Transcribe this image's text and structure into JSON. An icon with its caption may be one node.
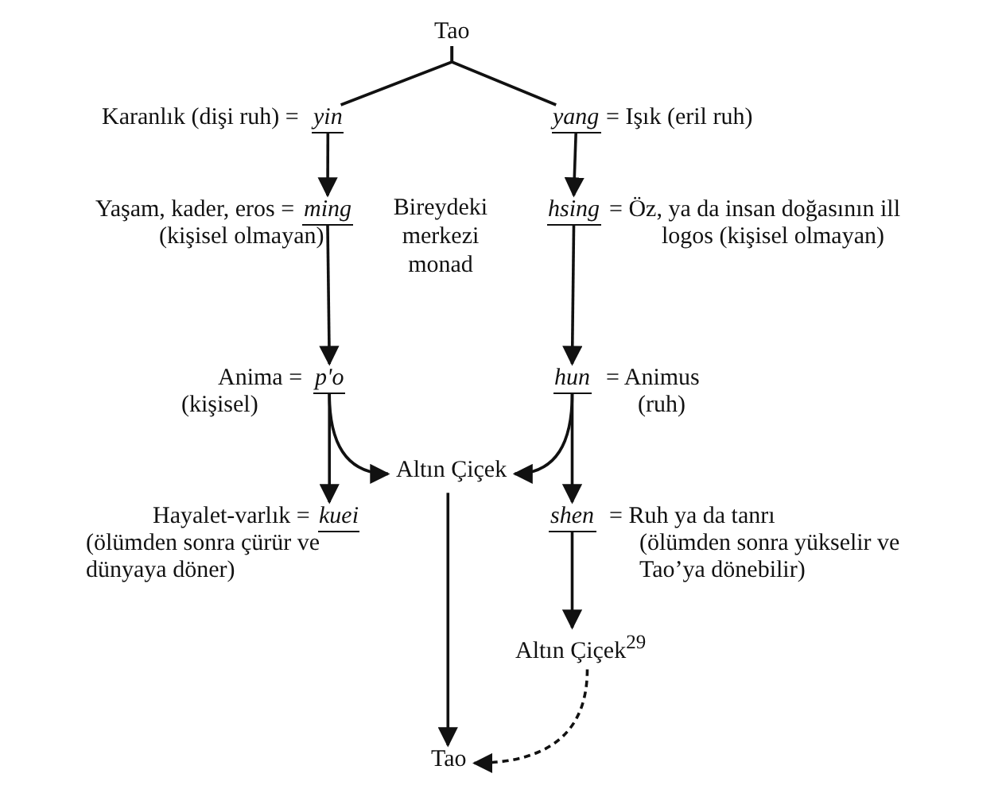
{
  "diagram": {
    "nodes": [
      {
        "text": [
          "Tao"
        ]
      },
      {
        "text": [
          "yin"
        ],
        "beside": [
          "Karanlık (dişi ruh) ="
        ]
      },
      {
        "text": [
          "yang"
        ],
        "beside": [
          "= Işık (eril ruh)"
        ]
      },
      {
        "text": [
          "ming"
        ],
        "beside": [
          "Yaşam, kader, eros =",
          "(kişisel olmayan)"
        ]
      },
      {
        "text": [
          "hsing"
        ],
        "beside": [
          "= Öz, ya da insan doğasının ill",
          "logos (kişisel olmayan)"
        ]
      },
      {
        "text": [
          "p'o"
        ],
        "beside": [
          "Anima =",
          "(kişisel)"
        ]
      },
      {
        "text": [
          "hun"
        ],
        "beside": [
          "= Animus",
          "(ruh)"
        ]
      },
      {
        "text": [
          "Altın Çiçek"
        ]
      },
      {
        "text": [
          "kuei"
        ],
        "beside": [
          "Hayalet-varlık =",
          "(ölümden sonra çürür ve dünyaya döner)"
        ]
      },
      {
        "text": [
          "shen"
        ],
        "beside": [
          "= Ruh ya da tanrı",
          "(ölümden sonra yükselir ve Tao’ya dönebilir)"
        ]
      },
      {
        "text": [
          "Altın Çiçek$^{29}$"
        ]
      },
      {
        "text": [
          "Tao"
        ]
      }
    ],
    "edges": [
      {
        "from": 0,
        "to": 1,
        "arrow": "none"
      },
      {
        "from": 0,
        "to": 2,
        "arrow": "none"
      },
      {
        "from": 1,
        "to": 3,
        "arrow": "to"
      },
      {
        "from": 2,
        "to": 4,
        "arrow": "to"
      },
      {
        "from": 3,
        "to": 5,
        "arrow": "to"
      },
      {
        "from": 4,
        "to": 6,
        "arrow": "to"
      },
      {
        "from": 5,
        "to": 7,
        "arrow": "to"
      },
      {
        "from": 6,
        "to": 7,
        "arrow": "to"
      },
      {
        "from": 5,
        "to": 8,
        "arrow": "to"
      },
      {
        "from": 6,
        "to": 9,
        "arrow": "to"
      },
      {
        "from": 7,
        "to": 11,
        "arrow": "to"
      },
      {
        "from": 9,
        "to": 10,
        "arrow": "to"
      },
      {
        "from": 10,
        "to": 11,
        "arrow": "to",
        "style": "dashed"
      }
    ],
    "labels": [
      "Bireydeki merkezi monad"
    ]
  }
}
